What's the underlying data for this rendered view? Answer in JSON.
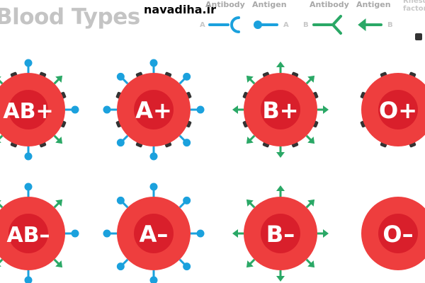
{
  "title": "Blood Types",
  "watermark": "navadiha.ir",
  "legend": {
    "a_antibody": "Antibody",
    "a_antigen": "Antigen",
    "b_antibody": "Antibody",
    "b_antigen": "Antigen",
    "rhesus": "Rhesus factor",
    "a_letter": "A",
    "b_letter": "B"
  },
  "colors": {
    "cell": "#ee3e3e",
    "core": "#d91f2b",
    "a": "#1ba1dd",
    "b": "#2aa866",
    "rh": "#333333",
    "title": "#c4c4c4"
  },
  "cells": [
    {
      "label": "AB+",
      "a": true,
      "b": true,
      "rh": true
    },
    {
      "label": "A+",
      "a": true,
      "b": false,
      "rh": true
    },
    {
      "label": "B+",
      "a": false,
      "b": true,
      "rh": true
    },
    {
      "label": "O+",
      "a": false,
      "b": false,
      "rh": true
    },
    {
      "label": "AB–",
      "a": true,
      "b": true,
      "rh": false
    },
    {
      "label": "A–",
      "a": true,
      "b": false,
      "rh": false
    },
    {
      "label": "B–",
      "a": false,
      "b": true,
      "rh": false
    },
    {
      "label": "O–",
      "a": false,
      "b": false,
      "rh": false
    }
  ]
}
